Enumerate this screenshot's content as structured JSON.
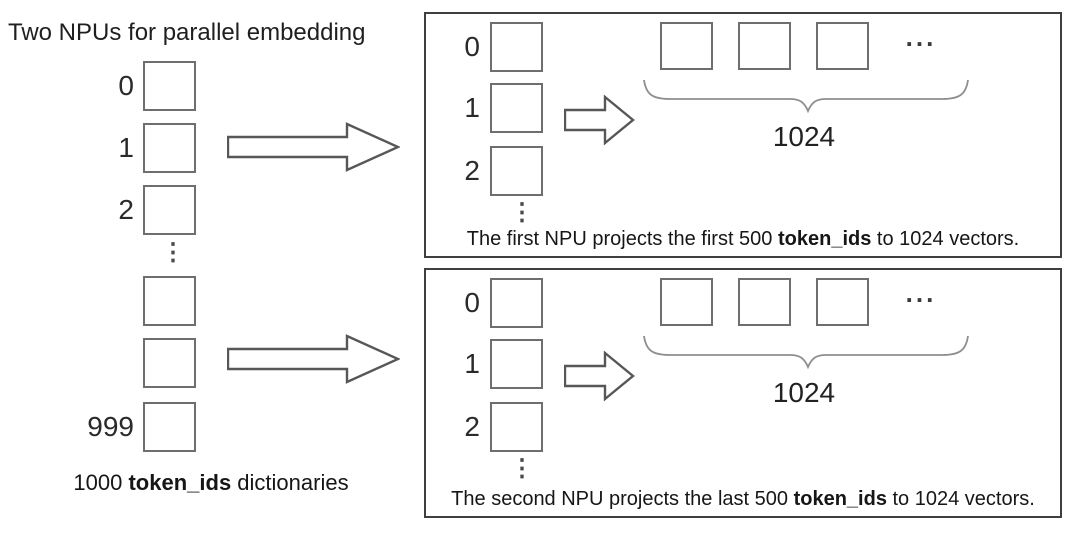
{
  "title": "Two NPUs for parallel embedding",
  "left_column": {
    "labels": [
      "0",
      "1",
      "2",
      "999"
    ],
    "ellipsis": "⋮",
    "caption": {
      "prefix": "1000 ",
      "bold": "token_ids",
      "suffix": " dictionaries"
    }
  },
  "npu_panels": [
    {
      "labels": [
        "0",
        "1",
        "2"
      ],
      "ellipsis": "⋮",
      "more_dots": "...",
      "vector_count": "1024",
      "caption": {
        "prefix": "The first NPU projects the first 500 ",
        "bold": "token_ids",
        "suffix": " to 1024 vectors."
      }
    },
    {
      "labels": [
        "0",
        "1",
        "2"
      ],
      "ellipsis": "⋮",
      "more_dots": "...",
      "vector_count": "1024",
      "caption": {
        "prefix": "The second NPU projects the last 500 ",
        "bold": "token_ids",
        "suffix": " to 1024 vectors."
      }
    }
  ],
  "colors": {
    "panel_border": "#3f3f3f",
    "square_border": "#6e6e6e",
    "arrow_outline": "#575757",
    "brace": "#8e8e8e",
    "text": "#1a1a1a"
  }
}
